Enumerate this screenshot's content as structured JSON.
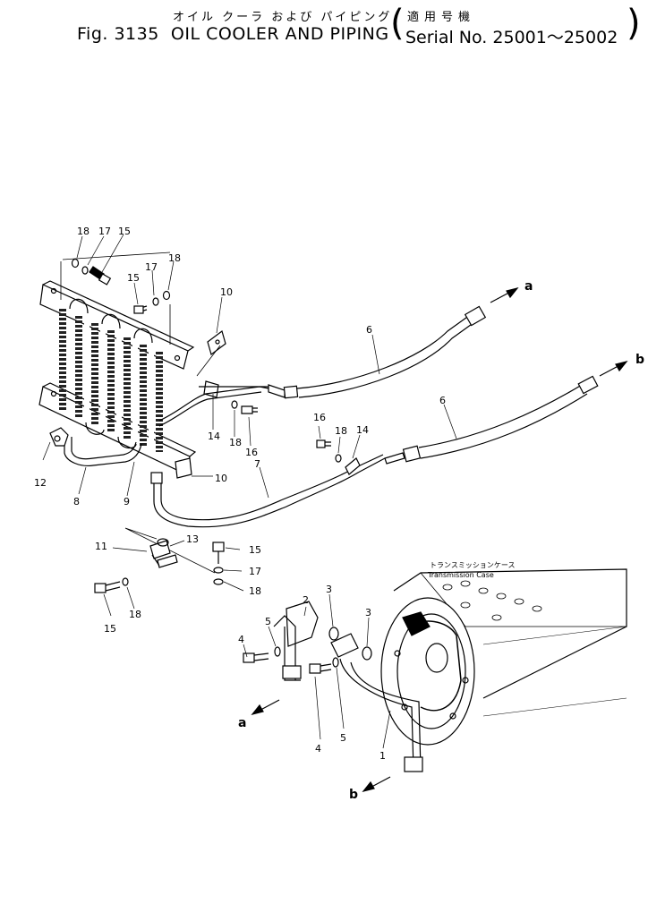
{
  "header": {
    "jp_title": "オイル クーラ および パイピング",
    "jp_serial_label": "適用号機",
    "figure_number": "Fig. 3135",
    "title": "OIL COOLER AND PIPING",
    "serial_label": "Serial No.",
    "serial_range": "25001～25002"
  },
  "transmission_case": {
    "jp_label": "トランスミッションケース",
    "label": "Transmission Case"
  },
  "callouts": {
    "c18a": "18",
    "c17a": "17",
    "c15a": "15",
    "c15b": "15",
    "c17b": "17",
    "c18b": "18",
    "c10a": "10",
    "c6a": "6",
    "c6b": "6",
    "c14a": "14",
    "c18c": "18",
    "c16a": "16",
    "c16b": "16",
    "c18d": "18",
    "c14b": "14",
    "c12": "12",
    "c8": "8",
    "c9": "9",
    "c7": "7",
    "c10b": "10",
    "c11": "11",
    "c13": "13",
    "c15c": "15",
    "c17c": "17",
    "c18e": "18",
    "c15d": "15",
    "c18f": "18",
    "c2": "2",
    "c3a": "3",
    "c3b": "3",
    "c5a": "5",
    "c4a": "4",
    "c4b": "4",
    "c5b": "5",
    "c1": "1"
  },
  "connections": {
    "a_top": "a",
    "b_top": "b",
    "a_bottom": "a",
    "b_bottom": "b"
  }
}
